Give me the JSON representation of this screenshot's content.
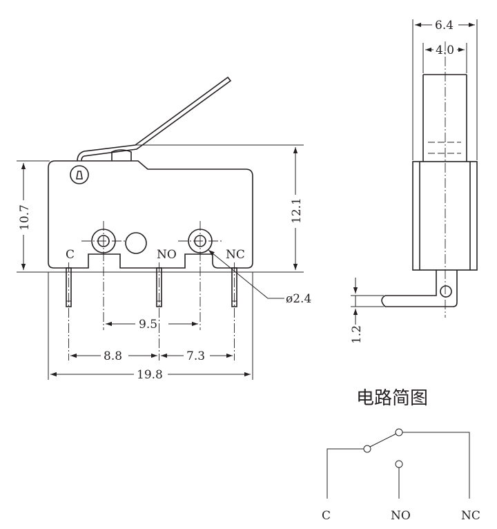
{
  "front_view": {
    "terminals": {
      "c": "C",
      "no": "NO",
      "nc": "NC"
    },
    "dims": {
      "height_body": "10.7",
      "height_total": "12.1",
      "hole_diameter": "ø2.4",
      "pitch_9_5": "9.5",
      "pitch_8_8": "8.8",
      "pitch_7_3": "7.3",
      "length": "19.8"
    }
  },
  "side_view": {
    "dims": {
      "width_outer": "6.4",
      "width_lever": "4.0",
      "pin_offset": "1.2"
    }
  },
  "schematic": {
    "title": "电路简图",
    "terminals": {
      "c": "C",
      "no": "NO",
      "nc": "NC"
    }
  },
  "colors": {
    "line": "#231f20",
    "background": "#ffffff"
  }
}
